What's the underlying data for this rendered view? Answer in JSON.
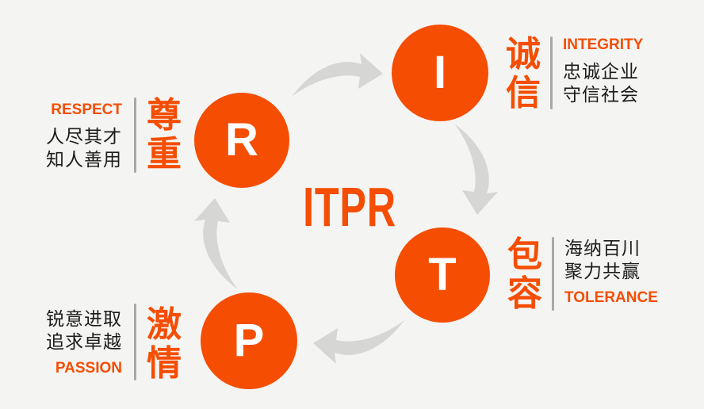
{
  "title": "ITPR",
  "colors": {
    "background": "#f4f4f3",
    "orange": "#f54d02",
    "arrow_gray": "#d6d6d5",
    "text_dark": "#1c1c1c",
    "divider_gray": "#a8a8a8",
    "white": "#ffffff"
  },
  "nodes": [
    {
      "id": "integrity",
      "letter": "I",
      "cn": "诚信",
      "en": "INTEGRITY",
      "desc": [
        "忠诚企业",
        "守信社会"
      ]
    },
    {
      "id": "tolerance",
      "letter": "T",
      "cn": "包容",
      "en": "TOLERANCE",
      "desc": [
        "海纳百川",
        "聚力共赢"
      ]
    },
    {
      "id": "passion",
      "letter": "P",
      "cn": "激情",
      "en": "PASSION",
      "desc": [
        "锐意进取",
        "追求卓越"
      ]
    },
    {
      "id": "respect",
      "letter": "R",
      "cn": "尊重",
      "en": "RESPECT",
      "desc": [
        "人尽其才",
        "知人善用"
      ]
    }
  ],
  "arrows": [
    {
      "name": "arrow-r-to-i",
      "direction": "right"
    },
    {
      "name": "arrow-i-to-t",
      "direction": "down"
    },
    {
      "name": "arrow-t-to-p",
      "direction": "left"
    },
    {
      "name": "arrow-p-to-r",
      "direction": "up"
    }
  ]
}
